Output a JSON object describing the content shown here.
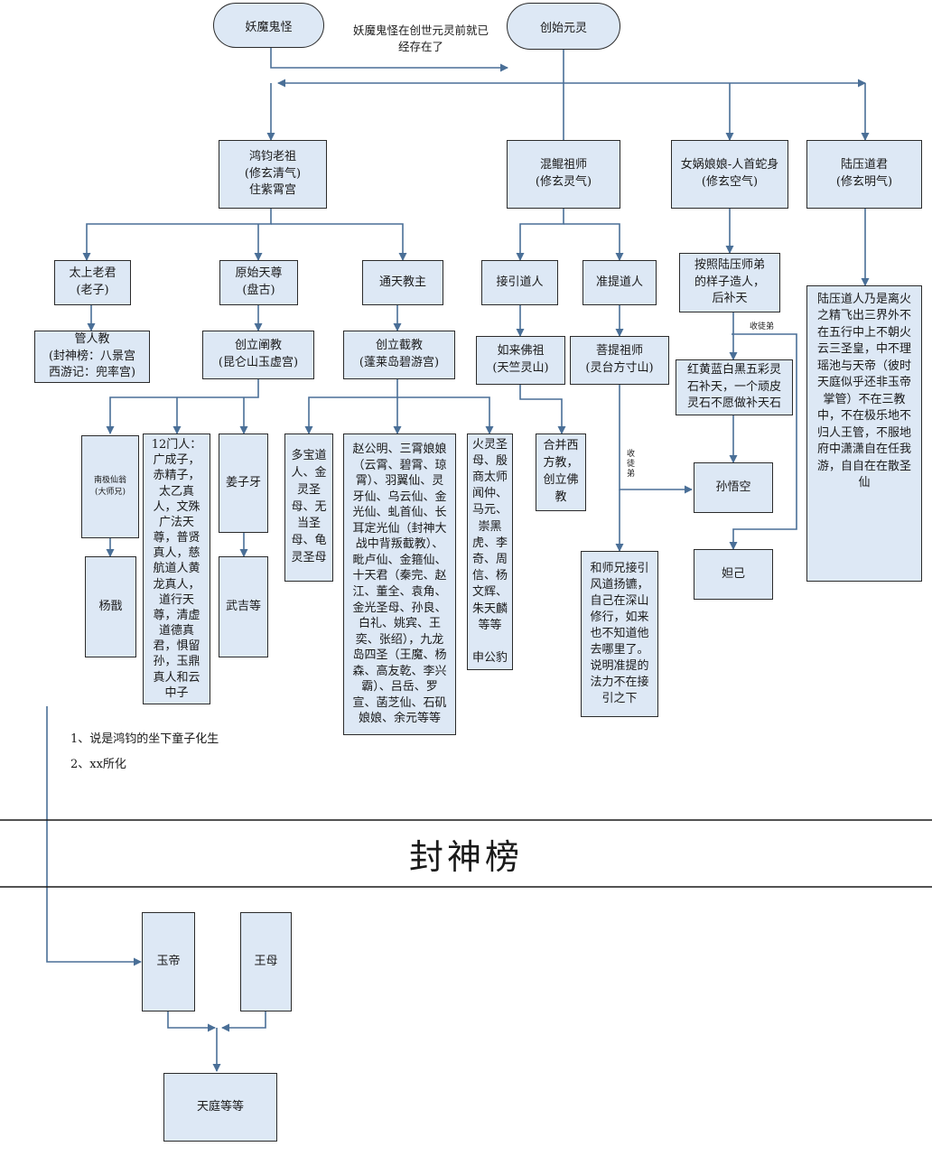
{
  "nodes": {
    "yaomo": "妖魔鬼怪",
    "chuangshi": "创始元灵",
    "hongjun": "鸿钧老祖\n(修玄清气)\n住紫霄宫",
    "hunkun": "混鲲祖师\n(修玄灵气)",
    "nvwa": "女娲娘娘-人首蛇身\n(修玄空气)",
    "luya": "陆压道君\n(修玄明气)",
    "taishang": "太上老君\n(老子)",
    "yuanshi": "原始天尊\n(盘古)",
    "tongtian": "通天教主",
    "jieyin": "接引道人",
    "zhunti": "准提道人",
    "anzhao": "按照陆压师弟\n的样子造人，\n后补天",
    "guanrenjiao": "管人教\n(封神榜：八景宫\n西游记：兜率宫)",
    "chanjiao": "创立阐教\n(昆仑山玉虚宫)",
    "jiejiao": "创立截教\n(蓬莱岛碧游宫)",
    "rulai": "如来佛祖\n(天竺灵山)",
    "puti": "菩提祖师\n(灵台方寸山)",
    "hongzhou": "红黄蓝白黑五彩灵\n石补天，一个顽皮\n灵石不愿做补天石",
    "luya_desc": "陆压道人乃是离火\n之精飞出三界外不\n在五行中上不朝火\n云三圣皇，中不理\n瑶池与天帝（彼时\n天庭似乎还非玉帝\n掌管）不在三教\n中，不在极乐地不\n归人王管，不服地\n府中潇潇自在任我\n游，自自在在散圣\n仙",
    "nanji": "南极仙翁\n(大师兄)",
    "menren12": "12门人：\n广成子，\n赤精子，\n太乙真\n人，文殊\n广法天\n尊，普贤\n真人，慈\n航道人黄\n龙真人，\n道行天\n尊，清虚\n道德真\n君，惧留\n孙，玉鼎\n真人和云\n中子",
    "jiangziya": "姜子牙",
    "duobao": "多宝道\n人、金\n灵圣\n母、无\n当圣\n母、龟\n灵圣母",
    "zhaogongming": "赵公明、三霄娘娘\n（云霄、碧霄、琼\n霄）、羽翼仙、灵\n牙仙、乌云仙、金\n光仙、虬首仙、长\n耳定光仙（封神大\n战中背叛截教）、\n毗卢仙、金箍仙、\n十天君（秦完、赵\n江、董全、袁角、\n金光圣母、孙良、\n白礼、姚宾、王\n奕、张绍），九龙\n岛四圣（王魔、杨\n森、高友乾、李兴\n霸）、吕岳、罗\n宣、菡芝仙、石矶\n娘娘、余元等等",
    "huoling": "火灵圣\n母、殷\n商太师\n闻仲、\n马元、\n崇黑\n虎、李\n奇、周\n信、杨\n文辉、\n朱天麟\n等等\n\n申公豹",
    "hebing": "合并西\n方教，\n创立佛\n教",
    "yangjian": "杨戬",
    "wuji": "武吉等",
    "sunwukong": "孙悟空",
    "daji": "妲己",
    "heshixiong": "和师兄接引\n风道扬镳，\n自己在深山\n修行，如来\n也不知道他\n去哪里了。\n说明准提的\n法力不在接\n引之下",
    "yudi": "玉帝",
    "wangmu": "王母",
    "tianting": "天庭等等"
  },
  "notes": {
    "yaomo_note": "妖魔鬼怪在创世元灵前就已\n经存在了",
    "footnote1": "1、说是鸿钧的坐下童子化生",
    "footnote2": "2、xx所化",
    "shoutudi1": "收徒弟",
    "shoutudi2": "收\n徒\n弟"
  },
  "banner": "封神榜",
  "colors": {
    "box_fill": "#dde8f5",
    "connector": "#4a6f97",
    "border": "#2b2b2b"
  }
}
